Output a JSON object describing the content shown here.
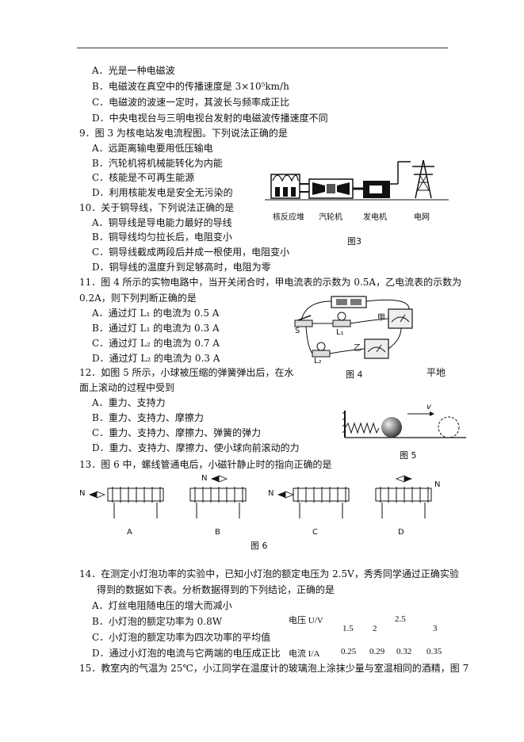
{
  "q8_options": [
    "A．光是一种电磁波",
    "B．电磁波在真空中的传播速度是 3×10⁵km/h",
    "C．电磁波的波速一定时，其波长与频率成正比",
    "D．中央电视台与三明电视台发射的电磁波传播速度不同"
  ],
  "q9": {
    "stem": "9．图 3 为核电站发电流程图。下列说法正确的是",
    "options": [
      "A．远距离输电要用低压输电",
      "B．汽轮机将机械能转化为内能",
      "C．核能是不可再生能源",
      "D．利用核能发电是安全无污染的"
    ],
    "figure": {
      "labels": [
        "核反应堆",
        "汽轮机",
        "发电机",
        "电网"
      ],
      "caption": "图3"
    }
  },
  "q10": {
    "stem": "10．关于铜导线，下列说法正确的是",
    "options": [
      "A．铜导线是导电能力最好的导线",
      "B．铜导线均匀拉长后，电阻变小",
      "C．铜导线截成两段后并成一根使用，电阻变小",
      "D．铜导线的温度升到足够高时，电阻为零"
    ]
  },
  "q11": {
    "stem_line1": "11．图 4 所示的实物电路中，当开关闭合时，甲电流表的示数为 0.5A，乙电流表的示数为",
    "stem_line2": "0.2A，则下列判断正确的是",
    "options": [
      "A．通过灯 L₁ 的电流为 0.5 A",
      "B．通过灯 L₁ 的电流为 0.3 A",
      "C．通过灯 L₂ 的电流为 0.7 A",
      "D．通过灯 L₂ 的电流为 0.3 A"
    ],
    "figure": {
      "caption": "图 4",
      "labels": [
        "S",
        "L₁",
        "L₂",
        "甲",
        "乙"
      ]
    }
  },
  "q12": {
    "stem_part1": "12．如图 5 所示，小球被压缩的弹簧弹出后，在水",
    "stem_part2": "平地",
    "stem_line2": "面上滚动的过程中受到",
    "options": [
      "A．重力、支持力",
      "B．重力、支持力、摩擦力",
      "C．重力、支持力、摩擦力、弹簧的弹力",
      "D．重力、支持力、摩擦力、使小球向前滚动的力"
    ],
    "figure": {
      "caption": "图 5",
      "velocity_label": "v"
    }
  },
  "q13": {
    "stem": "13．图 6 中，螺线管通电后，小磁针静止时的指向正确的是",
    "figure": {
      "labels": [
        "A",
        "B",
        "C",
        "D"
      ],
      "pole_label": "N",
      "caption": "图 6"
    }
  },
  "q14": {
    "stem_line1": "14．在测定小灯泡功率的实验中，已知小灯泡的额定电压为 2.5V，秀秀同学通过正确实验",
    "stem_line2": "得到的数据如下表。分析数据得到的下列结论，正确的是",
    "options": [
      "A．灯丝电阻随电压的增大而减小",
      "B．小灯泡的额定功率为 0.8W",
      "C．小灯泡的额定功率为四次功率的平均值",
      "D．通过小灯泡的电流与它两端的电压成正比"
    ],
    "table": {
      "row1_label": "电压 U/V",
      "row1_values": [
        "1.5",
        "2",
        "2.5",
        "3"
      ],
      "row2_label": "电流 I/A",
      "row2_values": [
        "0.25",
        "0.29",
        "0.32",
        "0.35"
      ]
    }
  },
  "q15": {
    "stem": "15．教室内的气温为 25℃，小江同学在温度计的玻璃泡上涂抹少量与室温相同的酒精，图 7"
  }
}
